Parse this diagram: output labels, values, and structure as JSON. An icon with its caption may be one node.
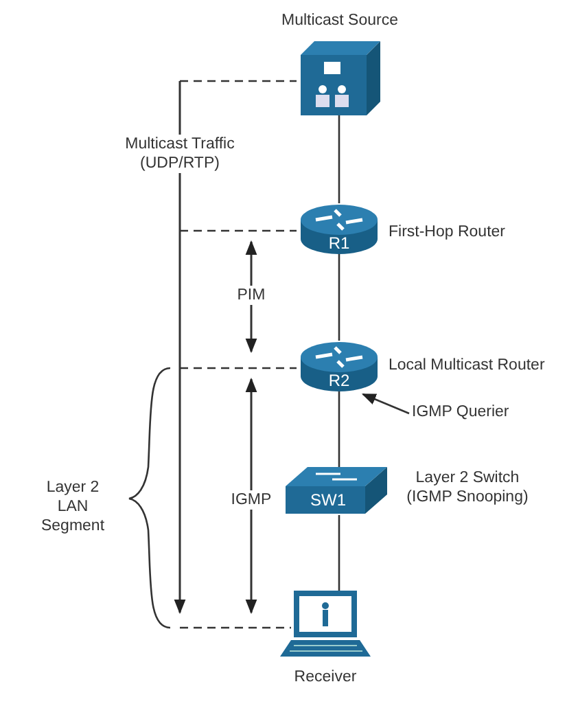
{
  "diagram": {
    "nodes": [
      {
        "text": [
          "Multicast Source"
        ]
      },
      {
        "text": [
          "R1"
        ],
        "beside": [
          "First-Hop Router"
        ]
      },
      {
        "text": [
          "R2"
        ],
        "beside": [
          "Local Multicast Router"
        ]
      },
      {
        "text": [
          "SW1"
        ],
        "beside": [
          "Layer 2 Switch (IGMP Snooping)"
        ]
      },
      {
        "text": [
          "Receiver"
        ]
      },
      {
        "text": [
          "IGMP Querier"
        ]
      }
    ],
    "edges": [
      {
        "from": 0,
        "to": 1,
        "arrow": "none"
      },
      {
        "from": 1,
        "to": 2,
        "arrow": "none"
      },
      {
        "from": 2,
        "to": 3,
        "arrow": "none"
      },
      {
        "from": 3,
        "to": 4,
        "arrow": "none"
      },
      {
        "from": 5,
        "to": 2,
        "arrow": "to"
      }
    ],
    "labels": [
      "Multicast Traffic (UDP/RTP)",
      "PIM",
      "IGMP",
      "Layer 2 LAN Segment"
    ]
  }
}
